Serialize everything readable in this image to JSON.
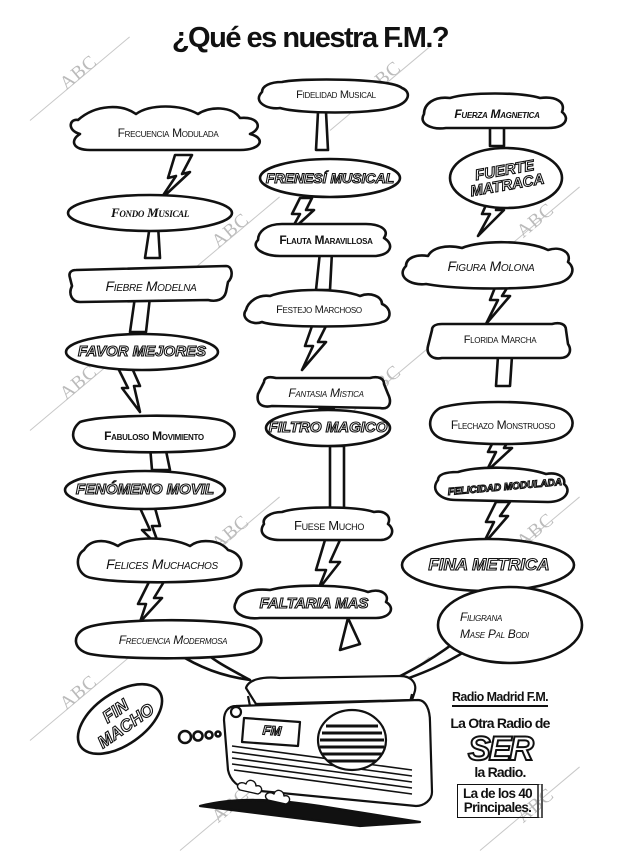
{
  "ad": {
    "headline": "¿Qué es nuestra F.M.?",
    "watermark": "ABC",
    "bubbles": [
      {
        "id": "frecuencia-modulada",
        "text": "Frecuencia Modulada",
        "style": "plain"
      },
      {
        "id": "fidelidad-musical",
        "text": "Fidelidad Musical",
        "style": "plain"
      },
      {
        "id": "fuerza-magnetica",
        "text": "Fuerza Magnetica",
        "style": "italic"
      },
      {
        "id": "frenesi-musical",
        "text": "Frenesí Musical",
        "style": "outline"
      },
      {
        "id": "fuerte-matraca",
        "text": "Fuerte Matraca",
        "style": "outline"
      },
      {
        "id": "fondo-musical",
        "text": "Fondo Musical",
        "style": "italic-bold"
      },
      {
        "id": "flauta-maravillosa",
        "text": "Flauta Maravillosa",
        "style": "bold"
      },
      {
        "id": "fiebre-modelna",
        "text": "Fiebre Modelna",
        "style": "italic"
      },
      {
        "id": "figura-molona",
        "text": "Figura Molona",
        "style": "italic"
      },
      {
        "id": "festejo-marchoso",
        "text": "Festejo Marchoso",
        "style": "plain"
      },
      {
        "id": "favor-mejores",
        "text": "Favor Mejores",
        "style": "outline"
      },
      {
        "id": "florida-marcha",
        "text": "Florida Marcha",
        "style": "plain"
      },
      {
        "id": "fantasia-mistica",
        "text": "Fantasia Mistica",
        "style": "outline-mixed"
      },
      {
        "id": "fabuloso-movimiento",
        "text": "Fabuloso Movimiento",
        "style": "bold"
      },
      {
        "id": "flechazo-monstruoso",
        "text": "Flechazo Monstruoso",
        "style": "plain"
      },
      {
        "id": "filtro-magico",
        "text": "Filtro Magico",
        "style": "outline"
      },
      {
        "id": "fenomeno-movil",
        "text": "Fenómeno Movil",
        "style": "outline"
      },
      {
        "id": "felicidad-modulada",
        "text": "Felicidad Modulada",
        "style": "outline"
      },
      {
        "id": "fuese-mucho",
        "text": "Fuese Mucho",
        "style": "plain"
      },
      {
        "id": "felices-muchachos",
        "text": "Felices Muchachos",
        "style": "italic"
      },
      {
        "id": "fina-metrica",
        "text": "Fina Metrica",
        "style": "outline"
      },
      {
        "id": "faltaria-mas",
        "text": "Faltaria Mas",
        "style": "outline"
      },
      {
        "id": "filigrana-mase-pal-bodi",
        "text": "Filigrana Mase Pal Bodi",
        "line1": "Filigrana",
        "line2": "Mase Pal Bodi",
        "style": "italic"
      },
      {
        "id": "frecuencia-modermosa",
        "text": "Frecuencia Modermosa",
        "style": "outline-mixed"
      },
      {
        "id": "fin-macho",
        "text": "Fin Macho",
        "style": "outline"
      }
    ],
    "radio_dial_label": "FM",
    "sponsor": {
      "station": "Radio Madrid F.M.",
      "tagline": "La Otra Radio de",
      "brand": "SER",
      "brand_sub": "la Radio.",
      "program_line1": "La de los 40",
      "program_line2": "Principales."
    }
  }
}
